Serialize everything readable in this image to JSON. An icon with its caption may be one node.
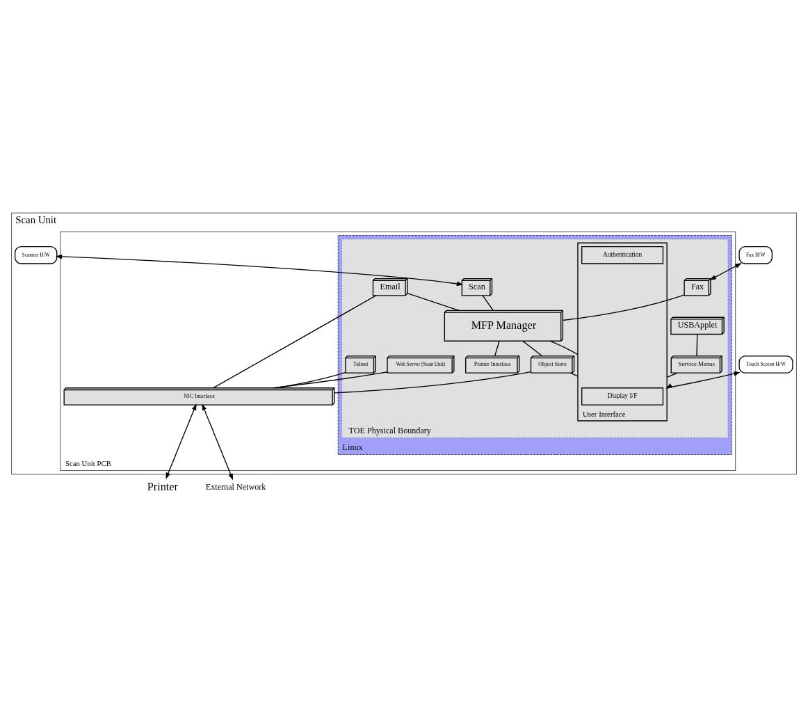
{
  "diagram": {
    "nodes": [
      {
        "text": [
          "Scan Unit"
        ]
      },
      {
        "text": [
          "Touch Screen H/W"
        ],
        "in": 0
      },
      {
        "text": [
          "Fax H/W"
        ],
        "in": 0
      },
      {
        "text": [
          "Scanner H/W"
        ],
        "in": 0
      },
      {
        "text": [
          "Scan Unit PCB"
        ],
        "in": 0
      },
      {
        "text": [
          "Linux"
        ],
        "in": 4
      },
      {
        "text": [
          "TOE Physical Boundary"
        ],
        "in": 5
      },
      {
        "text": [
          "Fax"
        ],
        "in": 6
      },
      {
        "text": [
          "Scan"
        ],
        "in": 6
      },
      {
        "text": [
          "Email"
        ],
        "in": 6
      },
      {
        "text": [
          "USBApplet"
        ],
        "in": 6
      },
      {
        "text": [
          "Service Menus"
        ],
        "in": 6
      },
      {
        "text": [
          "MFP Manager"
        ],
        "in": 6
      },
      {
        "text": [
          "User Interface"
        ],
        "in": 6
      },
      {
        "text": [
          "Display I/F"
        ],
        "in": 13
      },
      {
        "text": [
          "Authentication"
        ],
        "in": 13
      },
      {
        "text": [
          "Printer Interface"
        ],
        "in": 6
      },
      {
        "text": [
          "Object Store"
        ],
        "in": 6
      },
      {
        "text": [
          "Web Server (Scan Unit)"
        ],
        "in": 6
      },
      {
        "text": [
          "Telnet"
        ],
        "in": 6
      },
      {
        "text": [
          "NIC Interface"
        ],
        "in": 4
      },
      {
        "text": [
          "Printer"
        ]
      },
      {
        "text": [
          "External Network"
        ]
      }
    ],
    "edges": [
      {
        "from": 1,
        "to": 13,
        "arrow": "both"
      },
      {
        "from": 2,
        "to": 7,
        "arrow": "both"
      },
      {
        "from": 3,
        "to": 8,
        "arrow": "both"
      },
      {
        "from": 7,
        "to": 12,
        "arrow": "none"
      },
      {
        "from": 8,
        "to": 12,
        "arrow": "none"
      },
      {
        "from": 9,
        "to": 12,
        "arrow": "none"
      },
      {
        "from": 10,
        "to": 11,
        "arrow": "none"
      },
      {
        "from": 11,
        "to": 13,
        "arrow": "none"
      },
      {
        "from": 12,
        "to": 13,
        "arrow": "none"
      },
      {
        "from": 12,
        "to": 16,
        "arrow": "none"
      },
      {
        "from": 12,
        "to": 17,
        "arrow": "none"
      },
      {
        "from": 17,
        "to": 13,
        "arrow": "none"
      },
      {
        "from": 9,
        "to": 20,
        "arrow": "none"
      },
      {
        "from": 17,
        "to": 20,
        "arrow": "none"
      },
      {
        "from": 18,
        "to": 20,
        "arrow": "none"
      },
      {
        "from": 19,
        "to": 20,
        "arrow": "none"
      },
      {
        "from": 20,
        "to": 21,
        "arrow": "both"
      },
      {
        "from": 20,
        "to": 22,
        "arrow": "both"
      }
    ]
  }
}
